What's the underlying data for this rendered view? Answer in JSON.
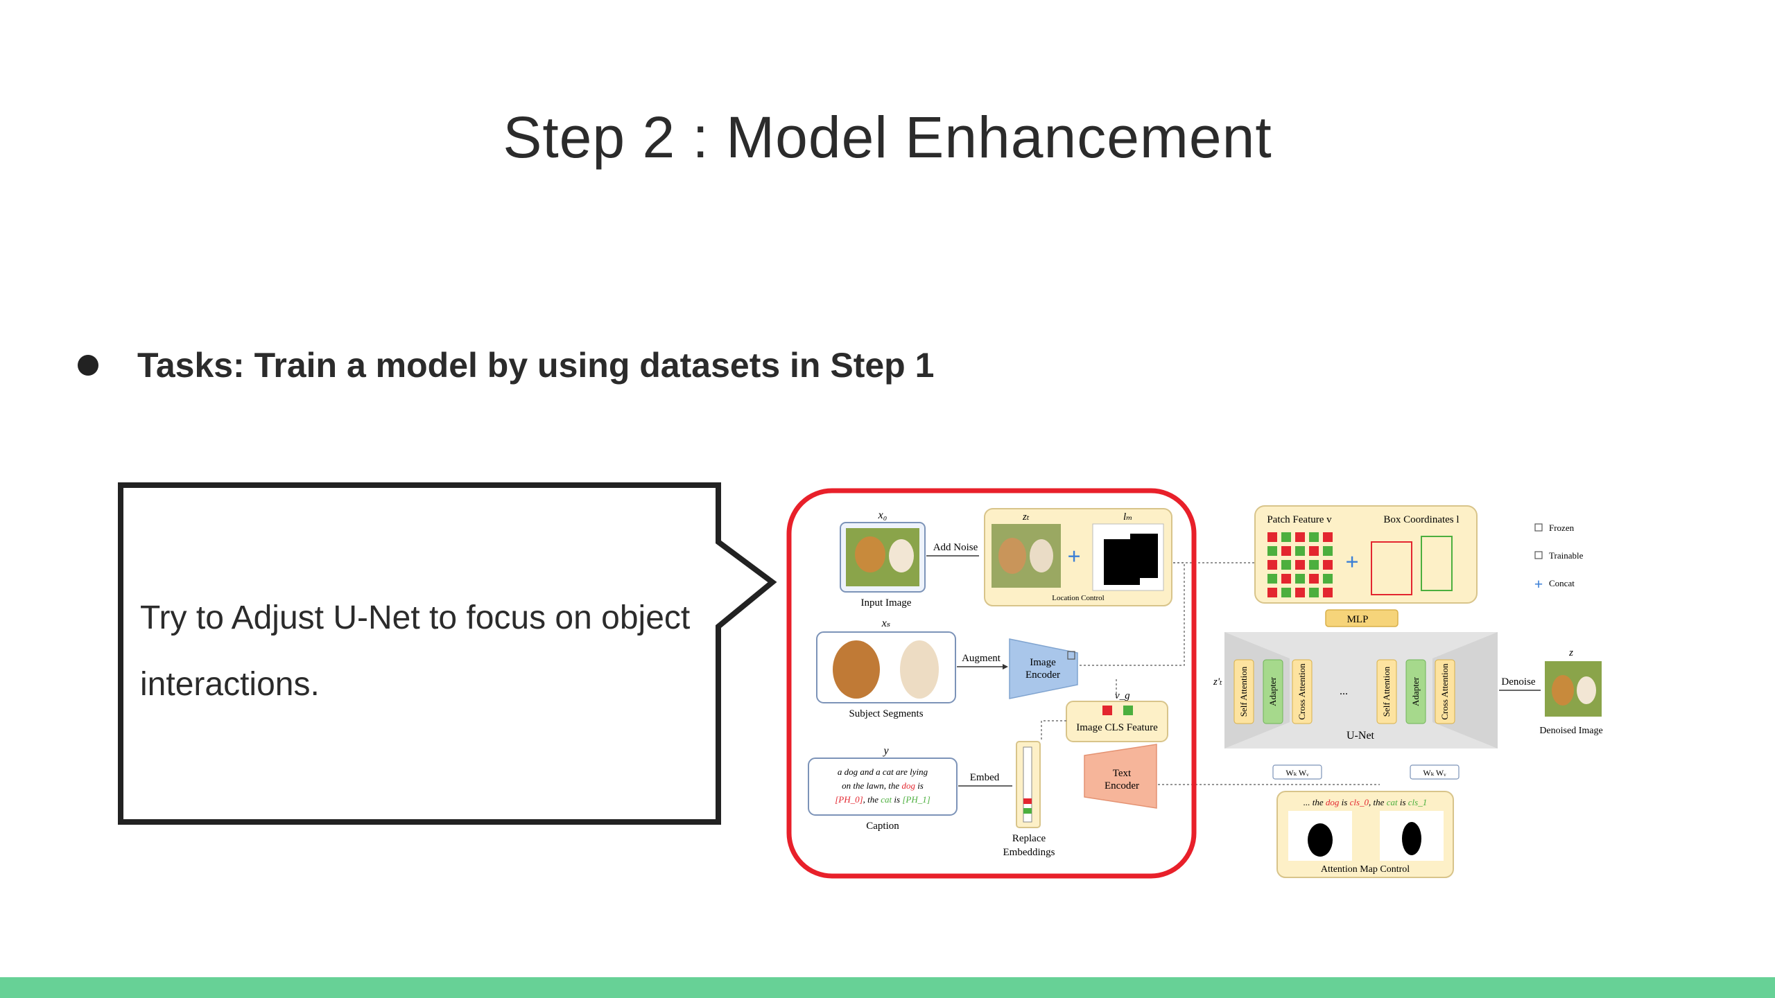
{
  "slide": {
    "title": "Step 2 : Model Enhancement",
    "bullet": "Tasks: Train a model by using datasets in Step 1",
    "callout_text": "Try to Adjust U-Net to focus on object interactions.",
    "accent_color": "#67d196",
    "highlight_color": "#e8202a"
  },
  "diagram": {
    "x0": "x₀",
    "input_image": "Input Image",
    "add_noise": "Add Noise",
    "zt": "zₜ",
    "lm": "lₘ",
    "location_control": "Location Control",
    "xs": "xₛ",
    "subject_segments": "Subject Segments",
    "augment": "Augment",
    "image_encoder_1": "Image",
    "image_encoder_2": "Encoder",
    "vg": "v_g",
    "image_cls_feature": "Image CLS Feature",
    "y": "y",
    "caption_l1": "a dog and a cat are lying",
    "caption_l2_a": "on the lawn, the ",
    "caption_l2_b": "dog",
    "caption_l2_c": " is",
    "caption_l3_a": "[PH_0]",
    "caption_l3_b": ", the ",
    "caption_l3_c": "cat",
    "caption_l3_d": " is ",
    "caption_l3_e": "[PH_1]",
    "caption": "Caption",
    "embed": "Embed",
    "replace_1": "Replace",
    "replace_2": "Embeddings",
    "text_encoder_1": "Text",
    "text_encoder_2": "Encoder",
    "patch_feature": "Patch Feature v",
    "box_coordinates": "Box Coordinates l",
    "mlp": "MLP",
    "zt_prime": "z'ₜ",
    "self_attention": "Self Attention",
    "adapter": "Adapter",
    "cross_attention": "Cross Attention",
    "ellipsis": "...",
    "unet": "U-Net",
    "wk_wv": "Wₖ Wᵥ",
    "denoise": "Denoise",
    "z": "z",
    "denoised_image": "Denoised Image",
    "attn_caption_a": "... the ",
    "attn_caption_b": "dog",
    "attn_caption_c": " is ",
    "attn_caption_d": "cls_0",
    "attn_caption_e": ", the ",
    "attn_caption_f": "cat",
    "attn_caption_g": " is ",
    "attn_caption_h": "cls_1",
    "attention_map_control": "Attention Map Control",
    "legend_frozen": "Frozen",
    "legend_trainable": "Trainable",
    "legend_concat": "Concat"
  }
}
